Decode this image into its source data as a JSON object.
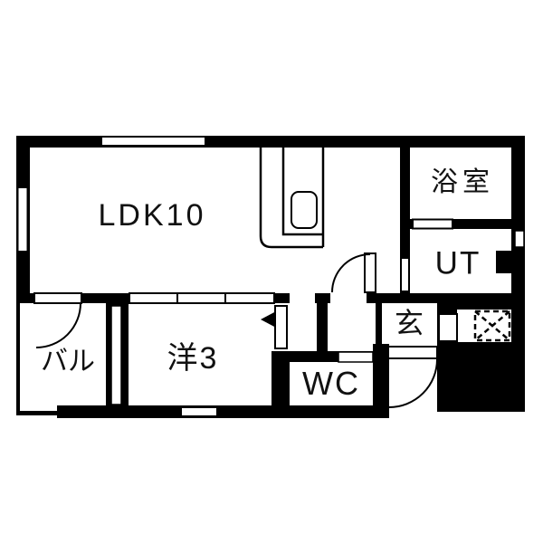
{
  "plan": {
    "type": "apartment-floor-plan",
    "rooms": {
      "ldk": {
        "label": "LDK10"
      },
      "bath": {
        "label": "浴室"
      },
      "utility": {
        "label": "UT"
      },
      "entrance": {
        "label": "玄"
      },
      "wc": {
        "label": "WC"
      },
      "western_room": {
        "label": "洋3"
      },
      "balcony": {
        "label": "バル"
      }
    },
    "colors": {
      "wall": "#000000",
      "floor": "#ffffff",
      "text": "#111111"
    }
  }
}
